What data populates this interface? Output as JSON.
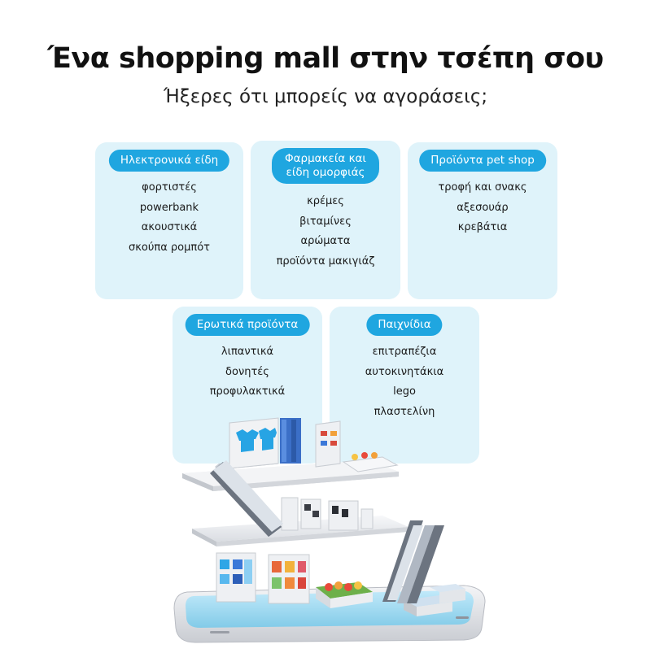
{
  "header": {
    "title": "Ένα shopping mall στην τσέπη σου",
    "subtitle": "Ήξερες ότι μπορείς να αγοράσεις;"
  },
  "categories": [
    {
      "name": "Ηλεκτρονικά είδη",
      "items": [
        "φορτιστές",
        "powerbank",
        "ακουστικά",
        "σκούπα ρομπότ"
      ]
    },
    {
      "name_line1": "Φαρμακεία και",
      "name_line2": "είδη ομορφιάς",
      "items": [
        "κρέμες",
        "βιταμίνες",
        "αρώματα",
        "προϊόντα μακιγιάζ"
      ]
    },
    {
      "name": "Προϊόντα pet shop",
      "items": [
        "τροφή και σνακς",
        "αξεσουάρ",
        "κρεβάτια"
      ]
    },
    {
      "name": "Ερωτικά προϊόντα",
      "items": [
        "λιπαντικά",
        "δονητές",
        "προφυλακτικά"
      ]
    },
    {
      "name": "Παιχνίδια",
      "items": [
        "επιτραπέζια",
        "αυτοκινητάκια",
        "lego",
        "πλαστελίνη"
      ]
    }
  ],
  "colors": {
    "card_bg": "#dff3fa",
    "pill_bg": "#1fa6e0",
    "accent_blue": "#2fb3e8"
  },
  "icons": [
    "mall-illustration-icon",
    "escalator-icon",
    "smartphone-icon",
    "t-shirt-icon",
    "shelf-icon"
  ]
}
